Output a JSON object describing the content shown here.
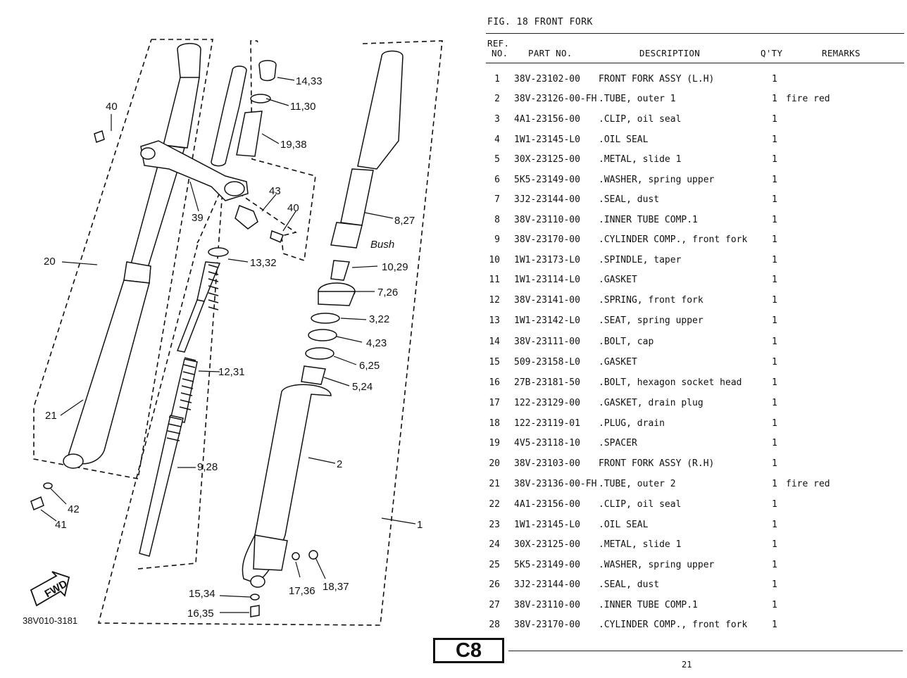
{
  "figure": {
    "title": "FIG. 18  FRONT FORK",
    "drawing_code": "38V010-3181",
    "fwd_label": "FWD",
    "handwritten_note": "Bush"
  },
  "table": {
    "headers": {
      "ref": "REF.",
      "no": "NO.",
      "part_no": "PART NO.",
      "description": "DESCRIPTION",
      "qty": "Q'TY",
      "remarks": "REMARKS"
    },
    "rows": [
      {
        "ref": "1",
        "part": "38V-23102-00",
        "desc": "FRONT FORK ASSY (L.H)",
        "qty": "1",
        "remarks": ""
      },
      {
        "ref": "2",
        "part": "38V-23126-00-FH",
        "desc": ".TUBE, outer 1",
        "qty": "1",
        "remarks": "fire red"
      },
      {
        "ref": "3",
        "part": "4A1-23156-00",
        "desc": ".CLIP, oil seal",
        "qty": "1",
        "remarks": ""
      },
      {
        "ref": "4",
        "part": "1W1-23145-L0",
        "desc": ".OIL SEAL",
        "qty": "1",
        "remarks": ""
      },
      {
        "ref": "5",
        "part": "30X-23125-00",
        "desc": ".METAL, slide 1",
        "qty": "1",
        "remarks": ""
      },
      {
        "ref": "6",
        "part": "5K5-23149-00",
        "desc": ".WASHER, spring upper",
        "qty": "1",
        "remarks": ""
      },
      {
        "ref": "7",
        "part": "3J2-23144-00",
        "desc": ".SEAL, dust",
        "qty": "1",
        "remarks": ""
      },
      {
        "ref": "8",
        "part": "38V-23110-00",
        "desc": ".INNER TUBE COMP.1",
        "qty": "1",
        "remarks": ""
      },
      {
        "ref": "9",
        "part": "38V-23170-00",
        "desc": ".CYLINDER COMP., front fork",
        "qty": "1",
        "remarks": ""
      },
      {
        "ref": "10",
        "part": "1W1-23173-L0",
        "desc": ".SPINDLE, taper",
        "qty": "1",
        "remarks": ""
      },
      {
        "ref": "11",
        "part": "1W1-23114-L0",
        "desc": ".GASKET",
        "qty": "1",
        "remarks": ""
      },
      {
        "ref": "12",
        "part": "38V-23141-00",
        "desc": ".SPRING, front fork",
        "qty": "1",
        "remarks": ""
      },
      {
        "ref": "13",
        "part": "1W1-23142-L0",
        "desc": ".SEAT, spring upper",
        "qty": "1",
        "remarks": ""
      },
      {
        "ref": "14",
        "part": "38V-23111-00",
        "desc": ".BOLT, cap",
        "qty": "1",
        "remarks": ""
      },
      {
        "ref": "15",
        "part": "509-23158-L0",
        "desc": ".GASKET",
        "qty": "1",
        "remarks": ""
      },
      {
        "ref": "16",
        "part": "27B-23181-50",
        "desc": ".BOLT, hexagon socket head",
        "qty": "1",
        "remarks": ""
      },
      {
        "ref": "17",
        "part": "122-23129-00",
        "desc": ".GASKET, drain plug",
        "qty": "1",
        "remarks": ""
      },
      {
        "ref": "18",
        "part": "122-23119-01",
        "desc": ".PLUG, drain",
        "qty": "1",
        "remarks": ""
      },
      {
        "ref": "19",
        "part": "4V5-23118-10",
        "desc": ".SPACER",
        "qty": "1",
        "remarks": ""
      },
      {
        "ref": "20",
        "part": "38V-23103-00",
        "desc": "FRONT FORK ASSY (R.H)",
        "qty": "1",
        "remarks": ""
      },
      {
        "ref": "21",
        "part": "38V-23136-00-FH",
        "desc": ".TUBE, outer 2",
        "qty": "1",
        "remarks": "fire red"
      },
      {
        "ref": "22",
        "part": "4A1-23156-00",
        "desc": ".CLIP, oil seal",
        "qty": "1",
        "remarks": ""
      },
      {
        "ref": "23",
        "part": "1W1-23145-L0",
        "desc": ".OIL SEAL",
        "qty": "1",
        "remarks": ""
      },
      {
        "ref": "24",
        "part": "30X-23125-00",
        "desc": ".METAL, slide 1",
        "qty": "1",
        "remarks": ""
      },
      {
        "ref": "25",
        "part": "5K5-23149-00",
        "desc": ".WASHER, spring upper",
        "qty": "1",
        "remarks": ""
      },
      {
        "ref": "26",
        "part": "3J2-23144-00",
        "desc": ".SEAL, dust",
        "qty": "1",
        "remarks": ""
      },
      {
        "ref": "27",
        "part": "38V-23110-00",
        "desc": ".INNER TUBE COMP.1",
        "qty": "1",
        "remarks": ""
      },
      {
        "ref": "28",
        "part": "38V-23170-00",
        "desc": ".CYLINDER COMP., front fork",
        "qty": "1",
        "remarks": ""
      }
    ]
  },
  "callouts": [
    "14,33",
    "11,30",
    "19,38",
    "40",
    "43",
    "40",
    "39",
    "8,27",
    "20",
    "13,32",
    "10,29",
    "7,26",
    "3,22",
    "4,23",
    "12,31",
    "6,25",
    "5,24",
    "21",
    "9,28",
    "2",
    "42",
    "41",
    "1",
    "17,36",
    "18,37",
    "15,34",
    "16,35"
  ],
  "footer": {
    "section_code": "C8",
    "page_number": "21"
  }
}
